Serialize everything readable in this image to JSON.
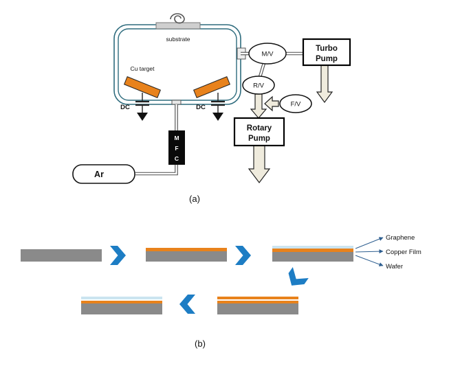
{
  "colors": {
    "copper": "#E8821C",
    "wafer": "#8A8A8A",
    "graphene": "#CBE4F0",
    "gap": "#FFFFFF",
    "chevron": "#1D7DC4",
    "chamber": "#2D6B7D",
    "arrow_fill": "#EFEBDD",
    "annotation": "#2C5D8F"
  },
  "panel_a": {
    "caption": "(a)",
    "substrate_label": "substrate",
    "cu_target_label": "Cu target",
    "dc_left_label": "DC",
    "dc_right_label": "DC",
    "mfc_letters": [
      "M",
      "F",
      "C"
    ],
    "ar_label": "Ar",
    "valve_mv": "M/V",
    "valve_rv": "R/V",
    "valve_fv": "F/V",
    "turbo_pump_line1": "Turbo",
    "turbo_pump_line2": "Pump",
    "rotary_pump_line1": "Rotary",
    "rotary_pump_line2": "Pump"
  },
  "panel_b": {
    "caption": "(b)",
    "layer_labels": {
      "graphene": "Graphene",
      "copper": "Copper Film",
      "wafer": "Wafer"
    },
    "steps": [
      {
        "name": "wafer-only",
        "layers": [
          {
            "name": "wafer",
            "color": "wafer",
            "h": 18
          }
        ]
      },
      {
        "name": "copper-on-wafer",
        "layers": [
          {
            "name": "copper-film",
            "color": "copper",
            "h": 5
          },
          {
            "name": "wafer",
            "color": "wafer",
            "h": 15
          }
        ]
      },
      {
        "name": "graphene-copper-wafer",
        "layers": [
          {
            "name": "graphene",
            "color": "graphene",
            "h": 4
          },
          {
            "name": "copper-film",
            "color": "copper",
            "h": 5
          },
          {
            "name": "wafer",
            "color": "wafer",
            "h": 14
          }
        ]
      },
      {
        "name": "double-film-stack",
        "layers": [
          {
            "name": "copper-film",
            "color": "copper",
            "h": 4
          },
          {
            "name": "gap",
            "color": "gap",
            "h": 2
          },
          {
            "name": "copper-film",
            "color": "copper",
            "h": 4
          },
          {
            "name": "wafer",
            "color": "wafer",
            "h": 16
          }
        ]
      },
      {
        "name": "graphene-film-stack",
        "layers": [
          {
            "name": "graphene",
            "color": "graphene",
            "h": 4
          },
          {
            "name": "gap",
            "color": "gap",
            "h": 2
          },
          {
            "name": "copper-film",
            "color": "copper",
            "h": 4
          },
          {
            "name": "wafer",
            "color": "wafer",
            "h": 16
          }
        ]
      }
    ]
  }
}
